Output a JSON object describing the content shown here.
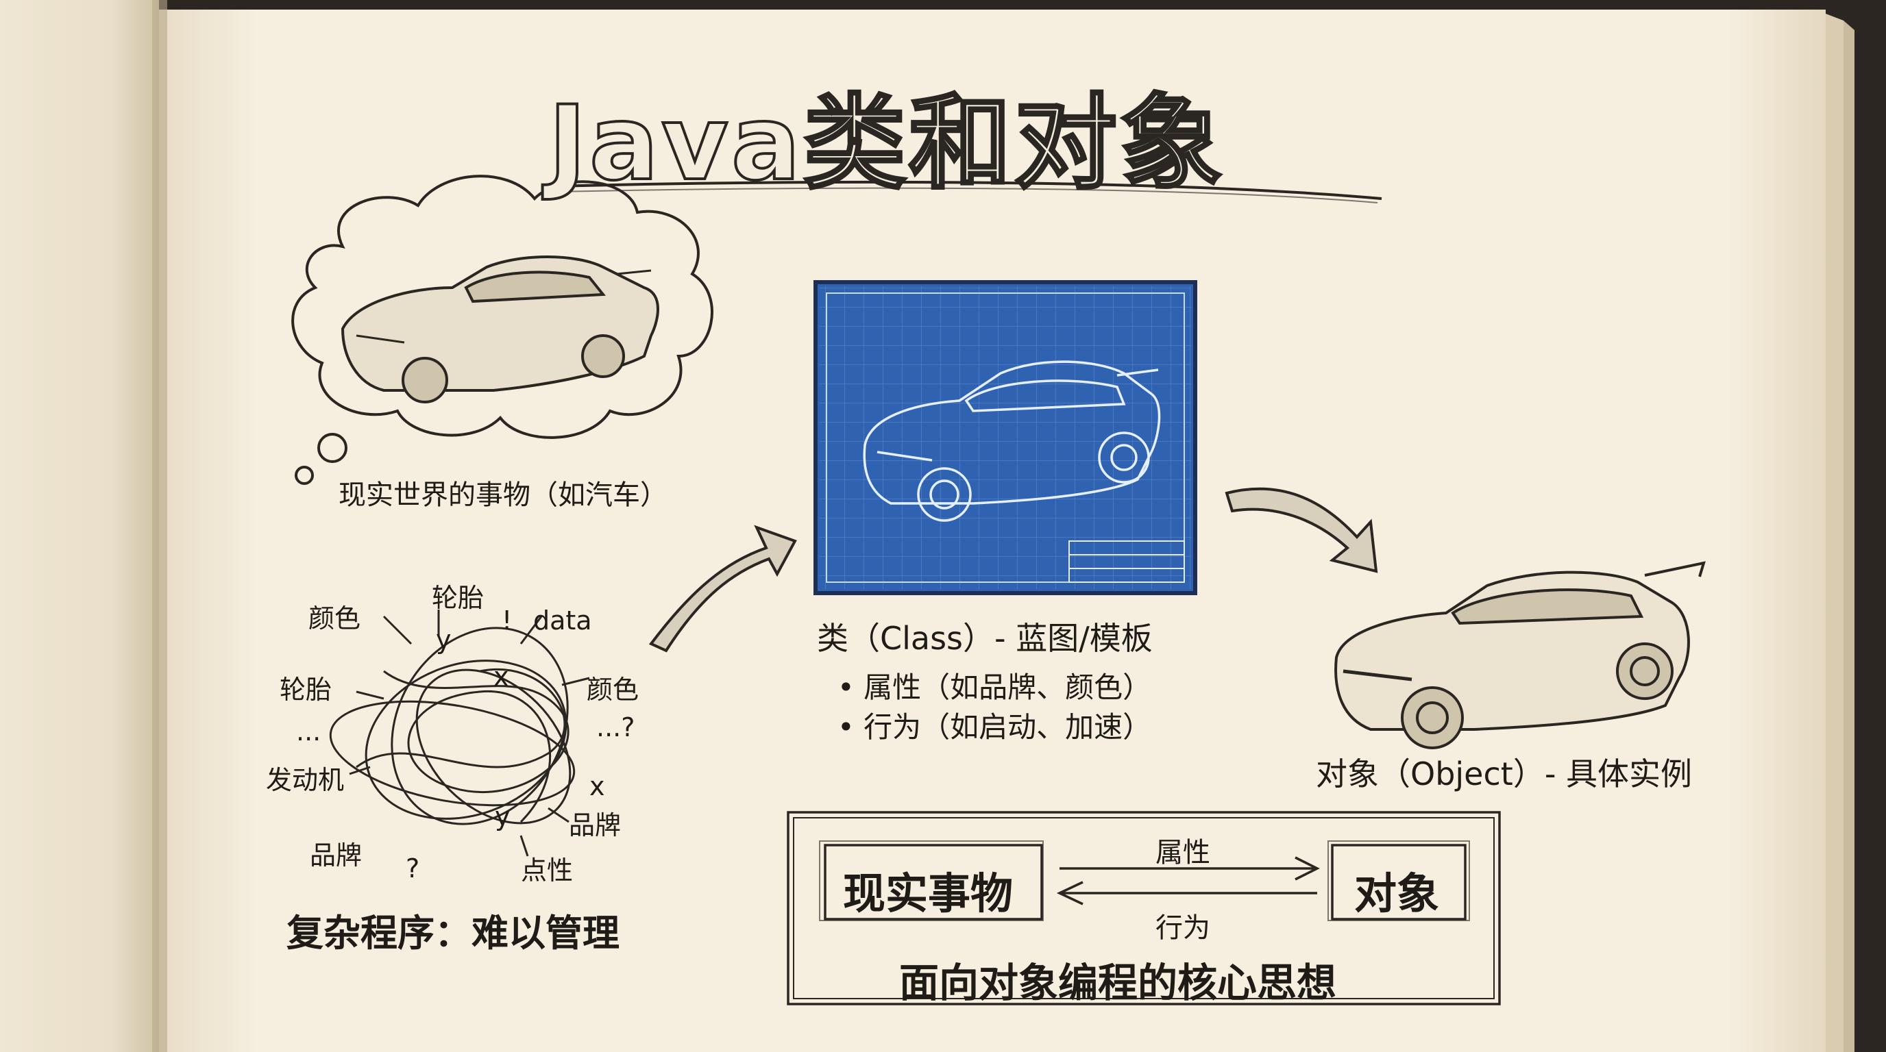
{
  "title": "Java类和对象",
  "real_world": {
    "caption": "现实世界的事物（如汽车）"
  },
  "class_section": {
    "caption": "类（Class）- 蓝图/模板",
    "bullets": [
      "• 属性（如品牌、颜色）",
      "• 行为（如启动、加速）"
    ]
  },
  "object_section": {
    "caption": "对象（Object）- 具体实例"
  },
  "complexity": {
    "caption": "复杂程序：难以管理",
    "words": {
      "color1": "颜色",
      "tire1": "轮胎",
      "data": "data",
      "tire2": "轮胎",
      "color2": "颜色",
      "dots1": "...",
      "dots2": "...?",
      "engine": "发动机",
      "brand1": "品牌",
      "brand2": "品牌",
      "point": "点性",
      "x1": "x",
      "x2": "x",
      "y1": "y",
      "y2": "y",
      "q1": "?",
      "excl": "!"
    }
  },
  "mapping": {
    "left": "现实事物",
    "right": "对象",
    "top_label": "属性",
    "bottom_label": "行为",
    "caption": "面向对象编程的核心思想"
  },
  "colors": {
    "paper": "#f4ecdc",
    "ink": "#1f1c18",
    "blueprint": "#2f62b0",
    "leather": "#2b2621"
  }
}
